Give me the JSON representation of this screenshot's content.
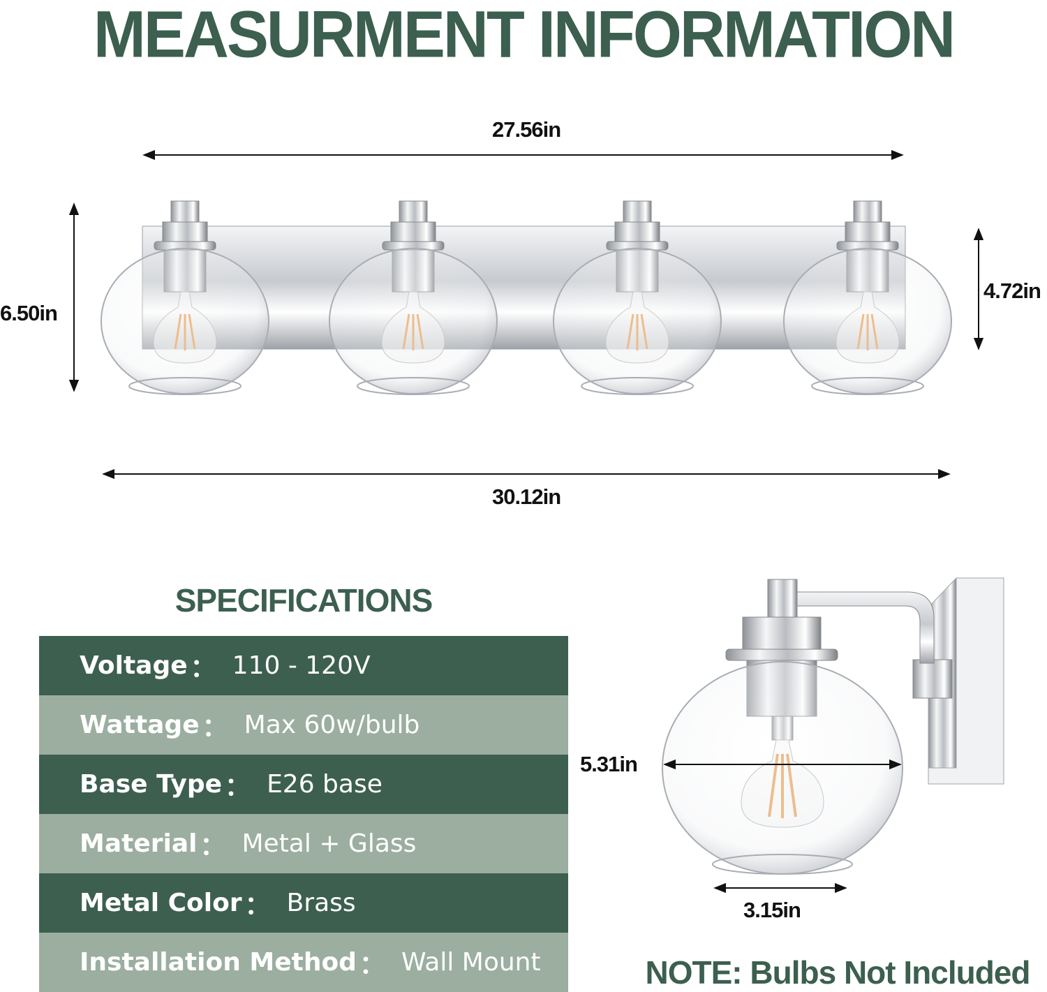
{
  "title": "MEASURMENT INFORMATION",
  "dimensions": {
    "top_width": "27.56in",
    "bottom_width": "30.12in",
    "total_height": "6.50in",
    "backplate_height": "4.72in",
    "globe_width": "5.31in",
    "globe_opening": "3.15in"
  },
  "specifications": {
    "heading": "SPECIFICATIONS",
    "rows": [
      {
        "label": "Voltage",
        "value": "110 - 120V"
      },
      {
        "label": "Wattage",
        "value": "Max 60w/bulb"
      },
      {
        "label": "Base Type",
        "value": "E26 base"
      },
      {
        "label": "Material",
        "value": "Metal + Glass"
      },
      {
        "label": "Metal Color",
        "value": "Brass"
      },
      {
        "label": "Installation Method",
        "value": "Wall Mount"
      }
    ],
    "separator": "："
  },
  "note": "NOTE: Bulbs Not Included",
  "colors": {
    "heading_green": "#3c5f4f",
    "row_dark": "#3d5f50",
    "row_light": "#9bae9f",
    "chrome": "#c9ccd0",
    "filament": "#e8a15a"
  }
}
